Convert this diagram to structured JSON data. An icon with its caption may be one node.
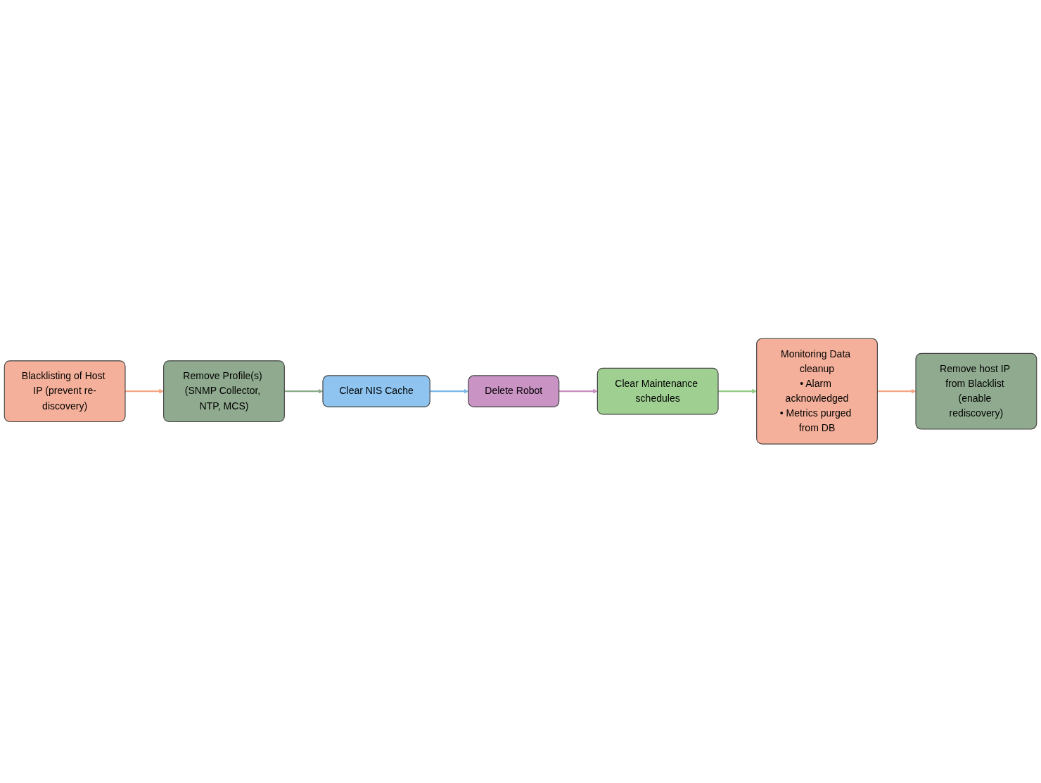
{
  "diagram": {
    "nodes": [
      {
        "text": [
          "Blacklisting of Host IP (prevent re-discovery)"
        ]
      },
      {
        "text": [
          "Remove Profile(s) (SNMP Collector, NTP, MCS)"
        ]
      },
      {
        "text": [
          "Clear NIS Cache"
        ]
      },
      {
        "text": [
          "Delete Robot"
        ]
      },
      {
        "text": [
          "Clear Maintenance schedules"
        ]
      },
      {
        "text": [
          "Monitoring Data cleanup",
          "• Alarm acknowledged",
          "• Metrics purged from DB"
        ]
      },
      {
        "text": [
          "Remove host IP from Blacklist (enable rediscovery)"
        ]
      }
    ],
    "edges": [
      {
        "from": 0,
        "to": 1,
        "arrow": "to",
        "color": "#f4a582"
      },
      {
        "from": 1,
        "to": 2,
        "arrow": "to",
        "color": "#8aab8a"
      },
      {
        "from": 2,
        "to": 3,
        "arrow": "to",
        "color": "#7ab8e8"
      },
      {
        "from": 3,
        "to": 4,
        "arrow": "to",
        "color": "#c88cc0"
      },
      {
        "from": 4,
        "to": 5,
        "arrow": "to",
        "color": "#95cc85"
      },
      {
        "from": 5,
        "to": 6,
        "arrow": "to",
        "color": "#f4a582"
      }
    ]
  }
}
